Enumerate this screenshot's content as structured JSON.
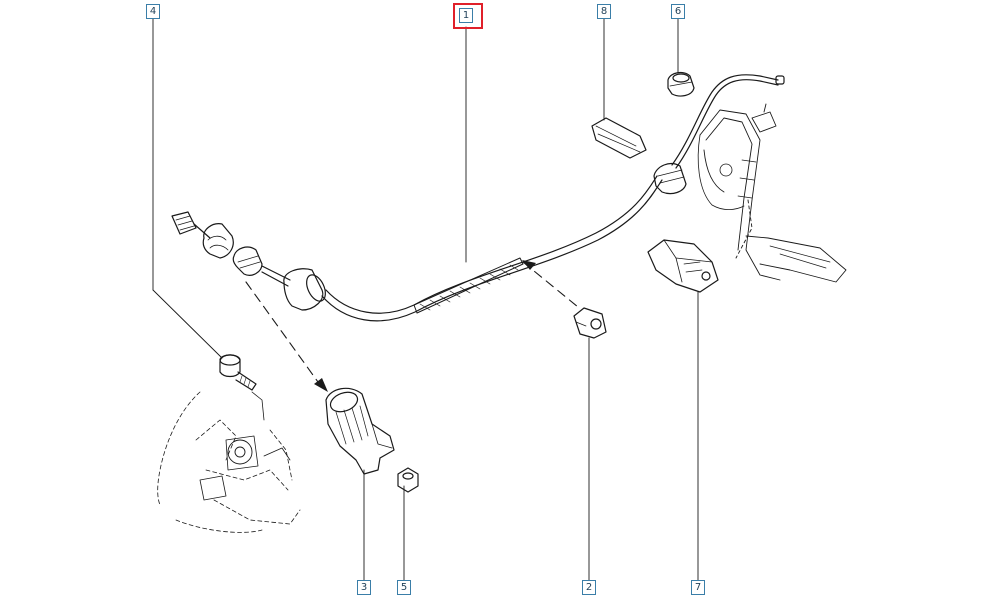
{
  "diagram": {
    "callouts": [
      {
        "id": "c4",
        "label": "4"
      },
      {
        "id": "c1",
        "label": "1",
        "highlighted": true
      },
      {
        "id": "c8",
        "label": "8"
      },
      {
        "id": "c6",
        "label": "6"
      },
      {
        "id": "c3",
        "label": "3"
      },
      {
        "id": "c5",
        "label": "5"
      },
      {
        "id": "c2",
        "label": "2"
      },
      {
        "id": "c7",
        "label": "7"
      }
    ],
    "colors": {
      "line": "#1a1a1a",
      "callout_border": "#3a7ea8",
      "callout_text": "#1f3f57",
      "highlight": "#e0202a"
    }
  }
}
